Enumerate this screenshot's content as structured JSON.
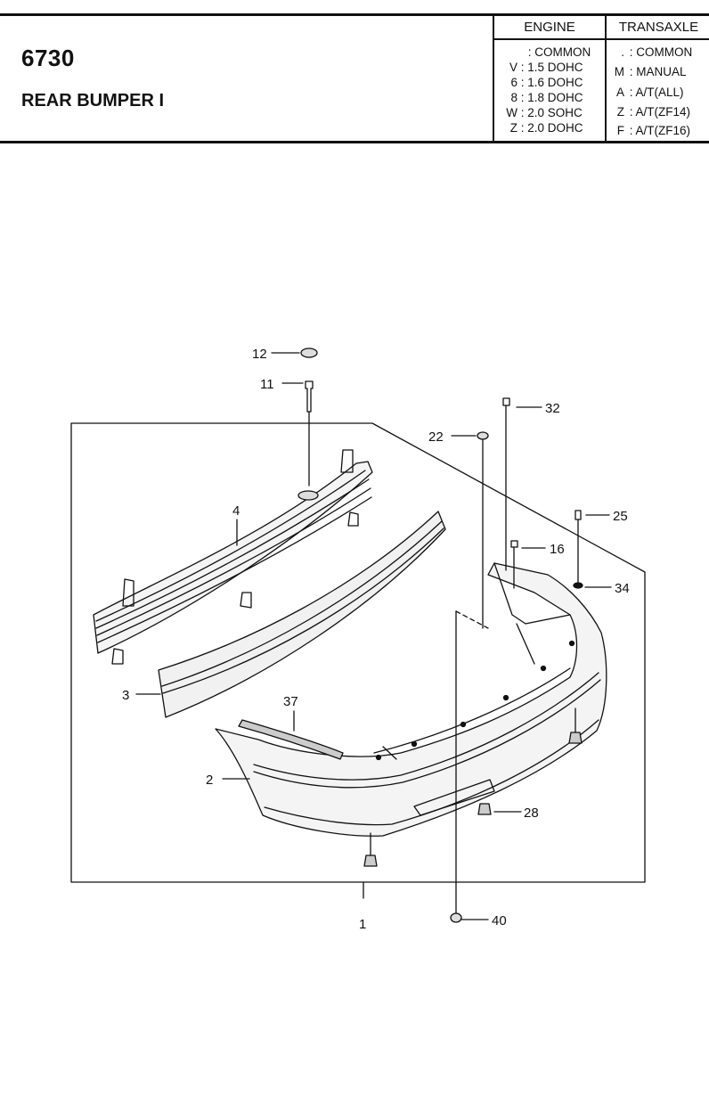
{
  "header": {
    "code": "6730",
    "title": "REAR BUMPER I",
    "engine": {
      "heading": "ENGINE",
      "rows": [
        {
          "key": "",
          "value": ": COMMON"
        },
        {
          "key": "V",
          "value": ": 1.5 DOHC"
        },
        {
          "key": "6",
          "value": ": 1.6 DOHC"
        },
        {
          "key": "8",
          "value": ": 1.8 DOHC"
        },
        {
          "key": "W",
          "value": ": 2.0 SOHC"
        },
        {
          "key": "Z",
          "value": ": 2.0 DOHC"
        }
      ]
    },
    "transaxle": {
      "heading": "TRANSAXLE",
      "rows": [
        {
          "key": ".",
          "value": ": COMMON"
        },
        {
          "key": "M",
          "value": ": MANUAL"
        },
        {
          "key": "A",
          "value": ": A/T(ALL)"
        },
        {
          "key": "Z",
          "value": ": A/T(ZF14)"
        },
        {
          "key": "F",
          "value": ": A/T(ZF16)"
        }
      ]
    }
  },
  "callouts": {
    "p1": "1",
    "p2": "2",
    "p3": "3",
    "p4": "4",
    "p11": "11",
    "p12": "12",
    "p16": "16",
    "p22": "22",
    "p25": "25",
    "p28": "28",
    "p32": "32",
    "p34": "34",
    "p37": "37",
    "p40": "40"
  }
}
